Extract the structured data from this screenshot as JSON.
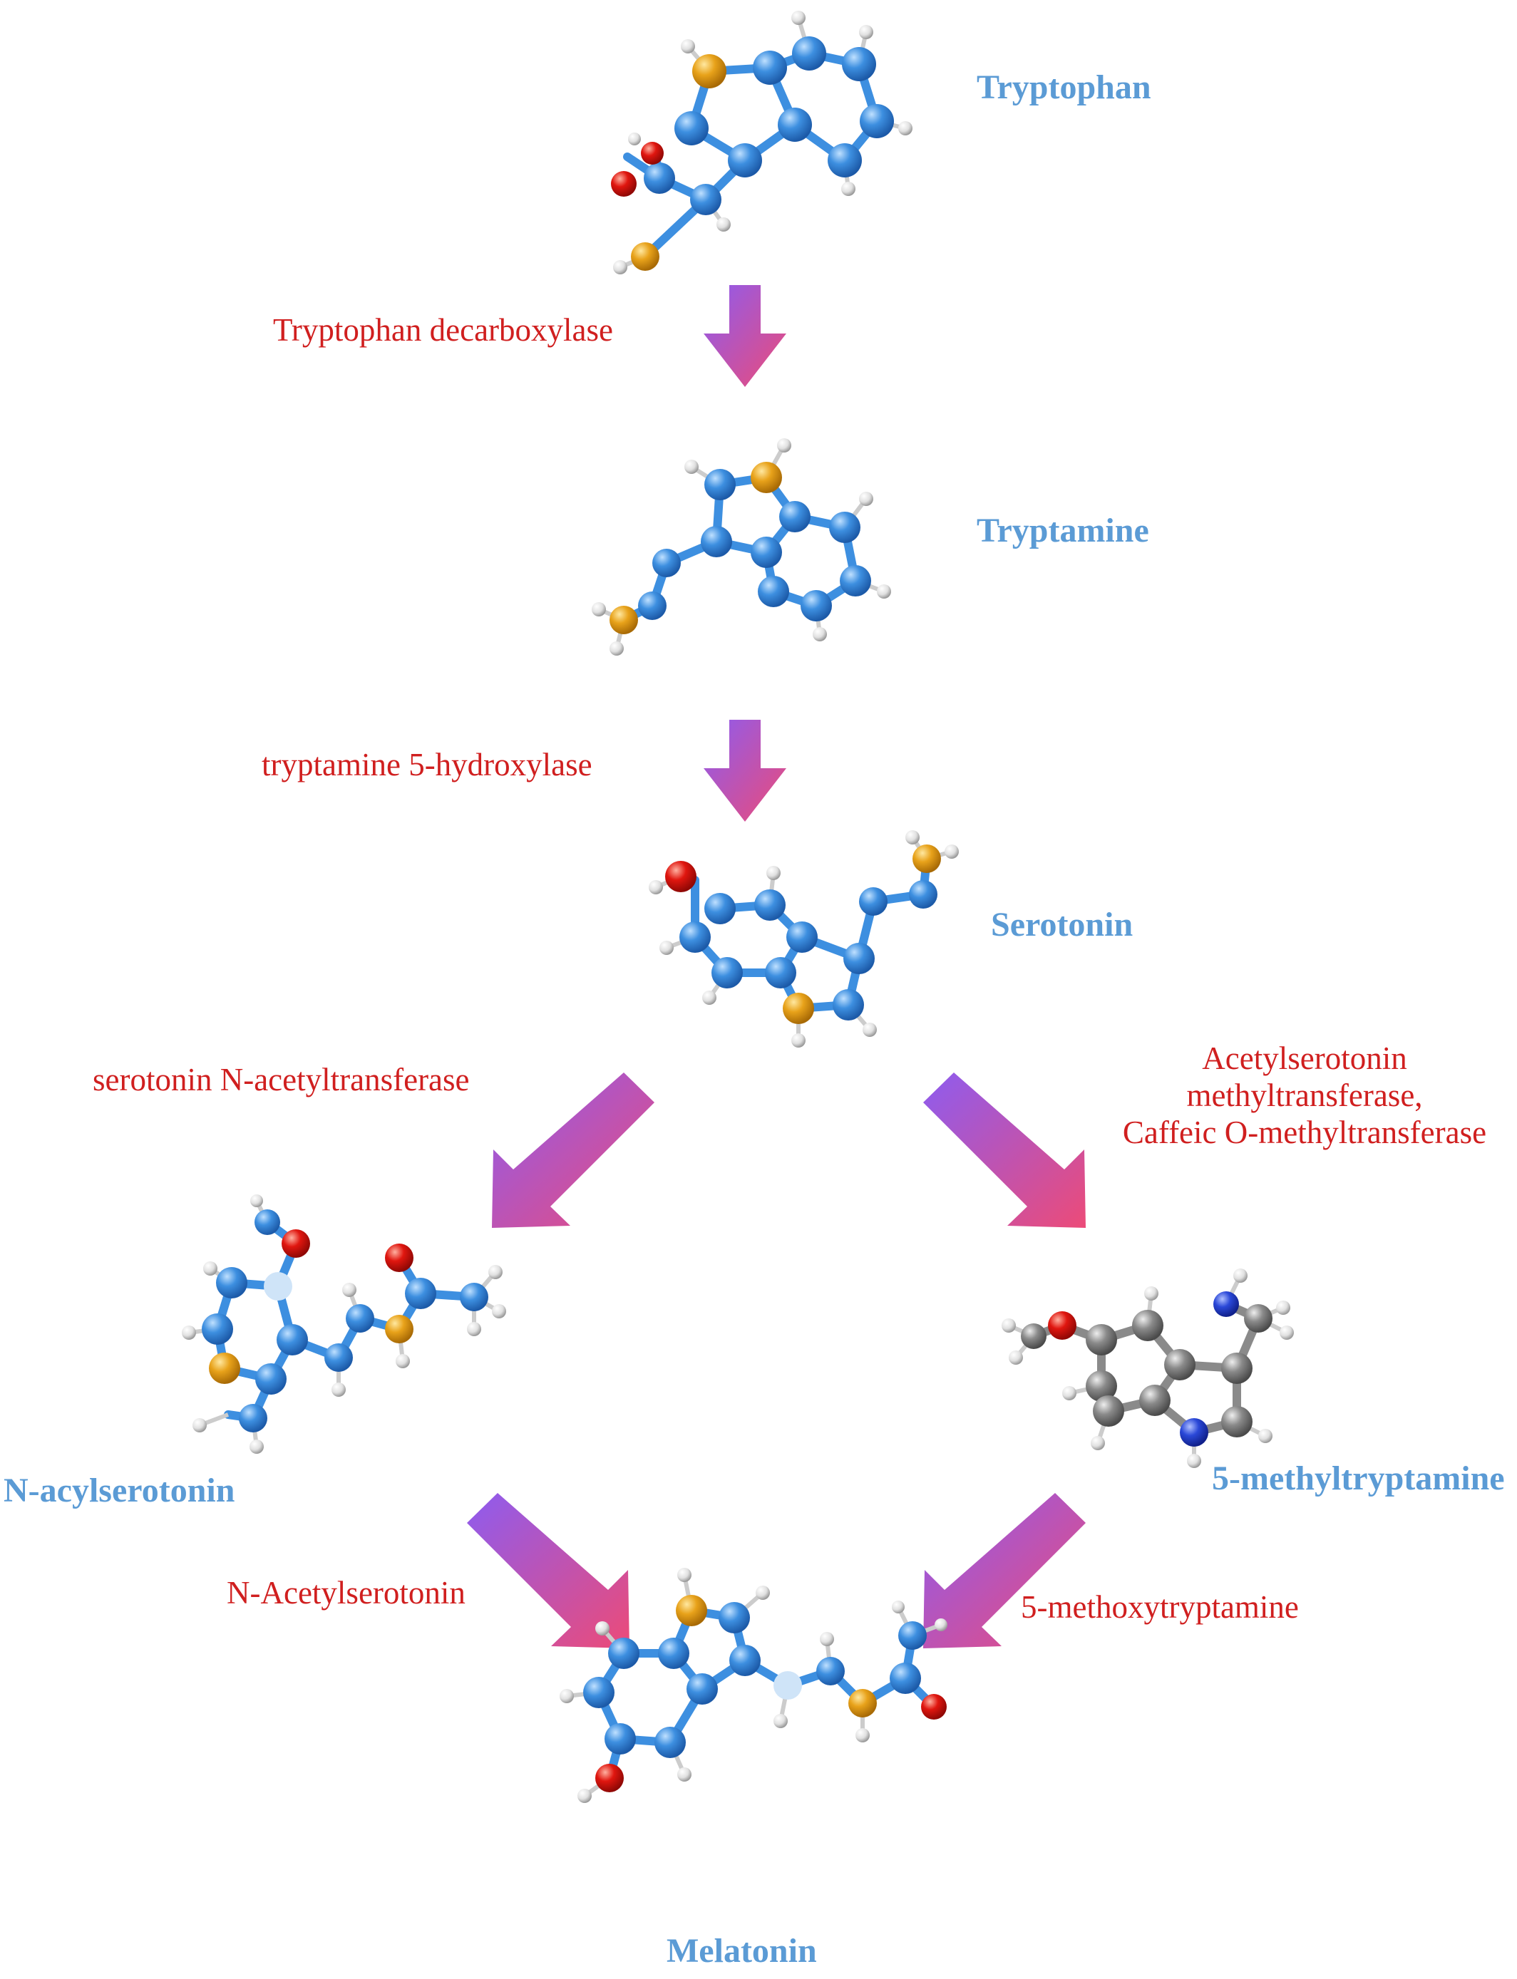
{
  "compounds": {
    "tryptophan": "Tryptophan",
    "tryptamine": "Tryptamine",
    "serotonin": "Serotonin",
    "n_acylserotonin": "N-acylserotonin",
    "methyltryptamine": "5-methyltryptamine",
    "melatonin": "Melatonin"
  },
  "enzymes": {
    "tdc": "Tryptophan decarboxylase",
    "t5h": "tryptamine 5-hydroxylase",
    "snat": "serotonin N-acetyltransferase",
    "asmt_line1": "Acetylserotonin",
    "asmt_line2": "methyltransferase,",
    "asmt_line3": "Caffeic O-methyltransferase",
    "n_acetylserotonin": "N-Acetylserotonin",
    "methoxytryptamine": "5-methoxytryptamine"
  },
  "colors": {
    "compound_label": "#5b9bd5",
    "enzyme_label": "#d01f1f",
    "carbon_atom": "#3d8fe0",
    "nitrogen_atom": "#e8a21a",
    "oxygen_atom": "#e0160f",
    "hydrogen_atom": "#e6e6e6",
    "grey_carbon_atom": "#8a8a8a",
    "blue_nitrogen_atom": "#2a48d8",
    "arrow_start": "#e8497a",
    "arrow_end": "#8a5ef0"
  }
}
